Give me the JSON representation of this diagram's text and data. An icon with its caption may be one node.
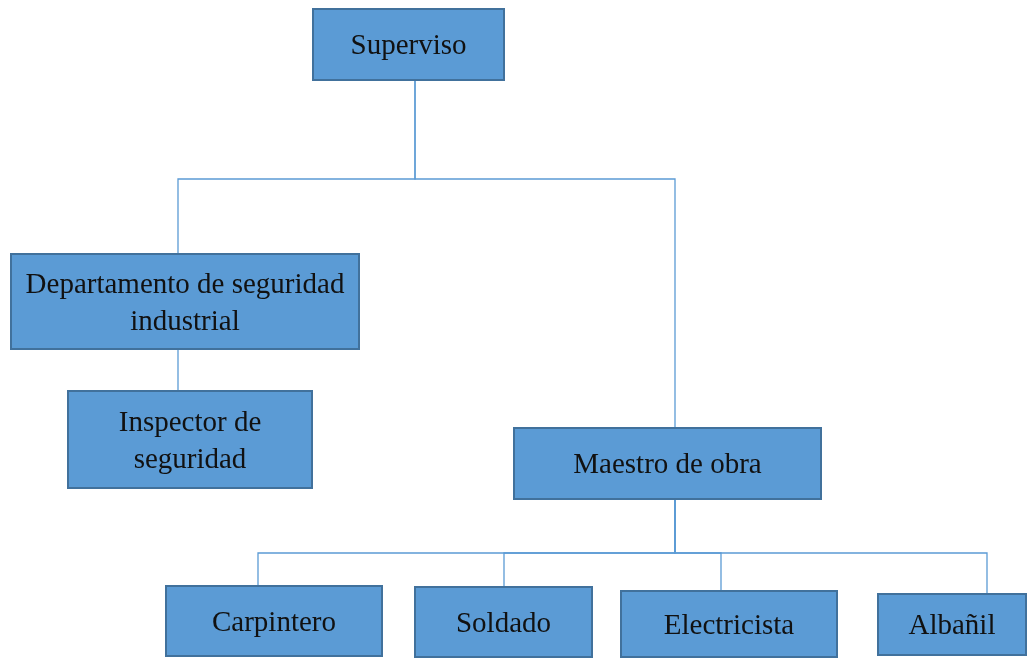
{
  "diagram": {
    "nodes": [
      {
        "text": [
          "Superviso"
        ]
      },
      {
        "text": [
          "Departamento de seguridad industrial"
        ]
      },
      {
        "text": [
          "Inspector de seguridad"
        ]
      },
      {
        "text": [
          "Maestro de obra"
        ]
      },
      {
        "text": [
          "Carpintero"
        ]
      },
      {
        "text": [
          "Soldado"
        ]
      },
      {
        "text": [
          "Electricista"
        ]
      },
      {
        "text": [
          "Albañil"
        ]
      }
    ],
    "edges": [
      {
        "from": 0,
        "to": 1,
        "arrow": "none"
      },
      {
        "from": 0,
        "to": 3,
        "arrow": "none"
      },
      {
        "from": 1,
        "to": 2,
        "arrow": "none"
      },
      {
        "from": 3,
        "to": 4,
        "arrow": "none"
      },
      {
        "from": 3,
        "to": 5,
        "arrow": "none"
      },
      {
        "from": 3,
        "to": 6,
        "arrow": "none"
      },
      {
        "from": 3,
        "to": 7,
        "arrow": "none"
      }
    ]
  }
}
